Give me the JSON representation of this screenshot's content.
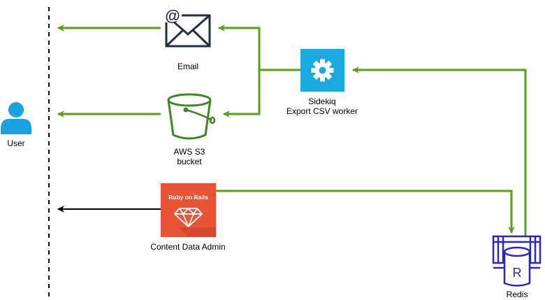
{
  "nodes": {
    "user": {
      "label": "User",
      "icon": "user-icon"
    },
    "email": {
      "label": "Email",
      "icon": "email-icon"
    },
    "s3": {
      "label_line1": "AWS S3",
      "label_line2": "bucket",
      "icon": "s3-bucket-icon"
    },
    "sidekiq": {
      "label_line1": "Sidekiq",
      "label_line2": "Export CSV worker",
      "icon": "gear-icon"
    },
    "rails": {
      "label": "Content Data Admin",
      "badge_text": "Ruby on Rails",
      "icon": "ruby-gem-icon"
    },
    "redis": {
      "label": "Redis",
      "icon_letter": "R",
      "icon": "redis-icon"
    }
  },
  "colors": {
    "green": "#5a9e1a",
    "black": "#000000",
    "user_blue": "#1ba1e2",
    "sidekiq_blue": "#1ba9e0",
    "rails_red": "#e85438",
    "redis_purple": "#2b26c4",
    "icon_dark": "#232f3e",
    "s3_green": "#3f8624"
  }
}
